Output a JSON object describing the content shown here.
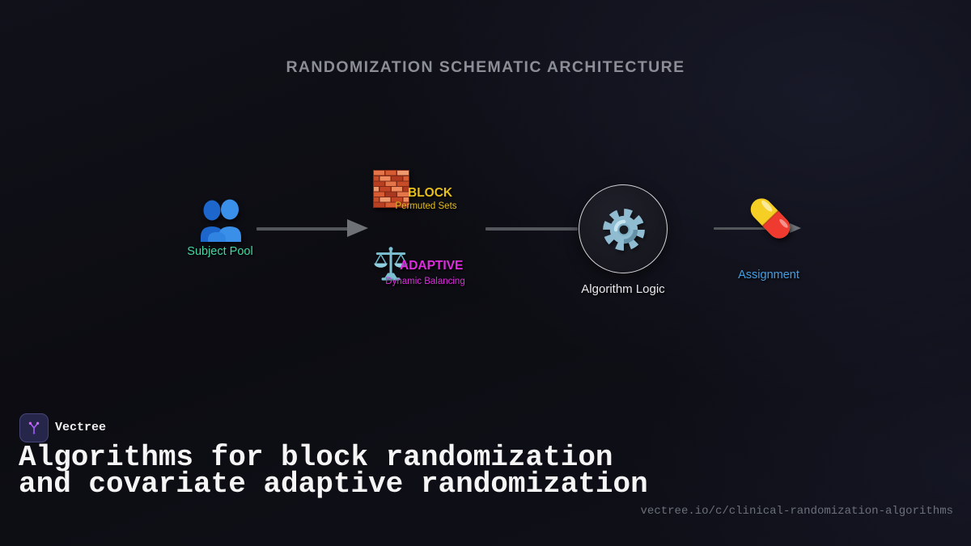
{
  "title": "RANDOMIZATION SCHEMATIC ARCHITECTURE",
  "diagram": {
    "nodes": {
      "subject_pool": {
        "label": "Subject Pool"
      },
      "block": {
        "label": "BLOCK",
        "sublabel": "Permuted Sets"
      },
      "adaptive": {
        "label": "ADAPTIVE",
        "sublabel": "Dynamic Balancing"
      },
      "algorithm": {
        "label": "Algorithm Logic"
      },
      "assignment": {
        "label": "Assignment"
      }
    },
    "icons": {
      "subject_pool": "people-icon",
      "block": "brick-wall-icon",
      "adaptive": "balance-scale-icon",
      "algorithm": "gear-icon",
      "assignment": "pill-icon"
    },
    "colors": {
      "subject_pool": "#45d6a0",
      "block": "#e6bf1d",
      "adaptive": "#de2cde",
      "algorithm": "#e9e9ec",
      "assignment": "#419fe6",
      "arrow": "#53575c"
    }
  },
  "footer": {
    "brand": "Vectree",
    "headline": "Algorithms for block randomization and covariate adaptive randomization",
    "url": "vectree.io/c/clinical-randomization-algorithms"
  }
}
